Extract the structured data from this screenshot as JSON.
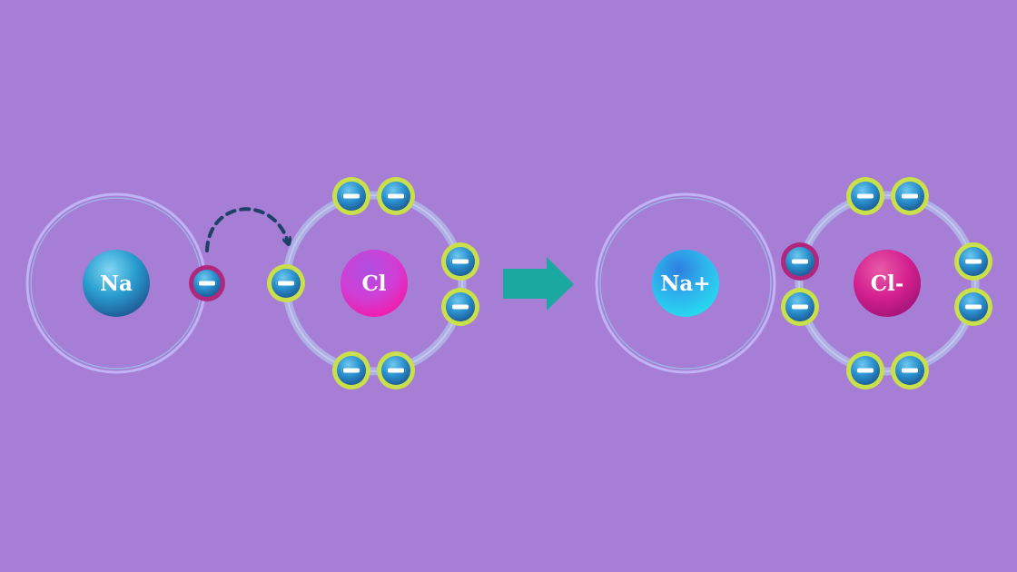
{
  "background_color": "#a67ed6",
  "before": {
    "sodium": {
      "symbol": "Na",
      "color": "#2a9ed0"
    },
    "transferred_electron": {
      "sign": "−",
      "ring_color": "#b0287d"
    },
    "chlorine": {
      "symbol": "Cl",
      "color": "#c136d9",
      "electron_count": 7,
      "electron_ring_color": "#c9e04a"
    },
    "transfer_arrow": {
      "style": "dashed",
      "color": "#1e3f66"
    }
  },
  "reaction_arrow": {
    "color": "#1aa8a0"
  },
  "after": {
    "sodium_ion": {
      "symbol": "Na+",
      "color": "#29b8ea"
    },
    "chloride_ion": {
      "symbol": "Cl-",
      "color": "#d4208f",
      "electron_count": 8,
      "gained_electron_ring_color": "#b0287d",
      "electron_ring_color": "#c9e04a"
    }
  },
  "electron_sign": "−"
}
